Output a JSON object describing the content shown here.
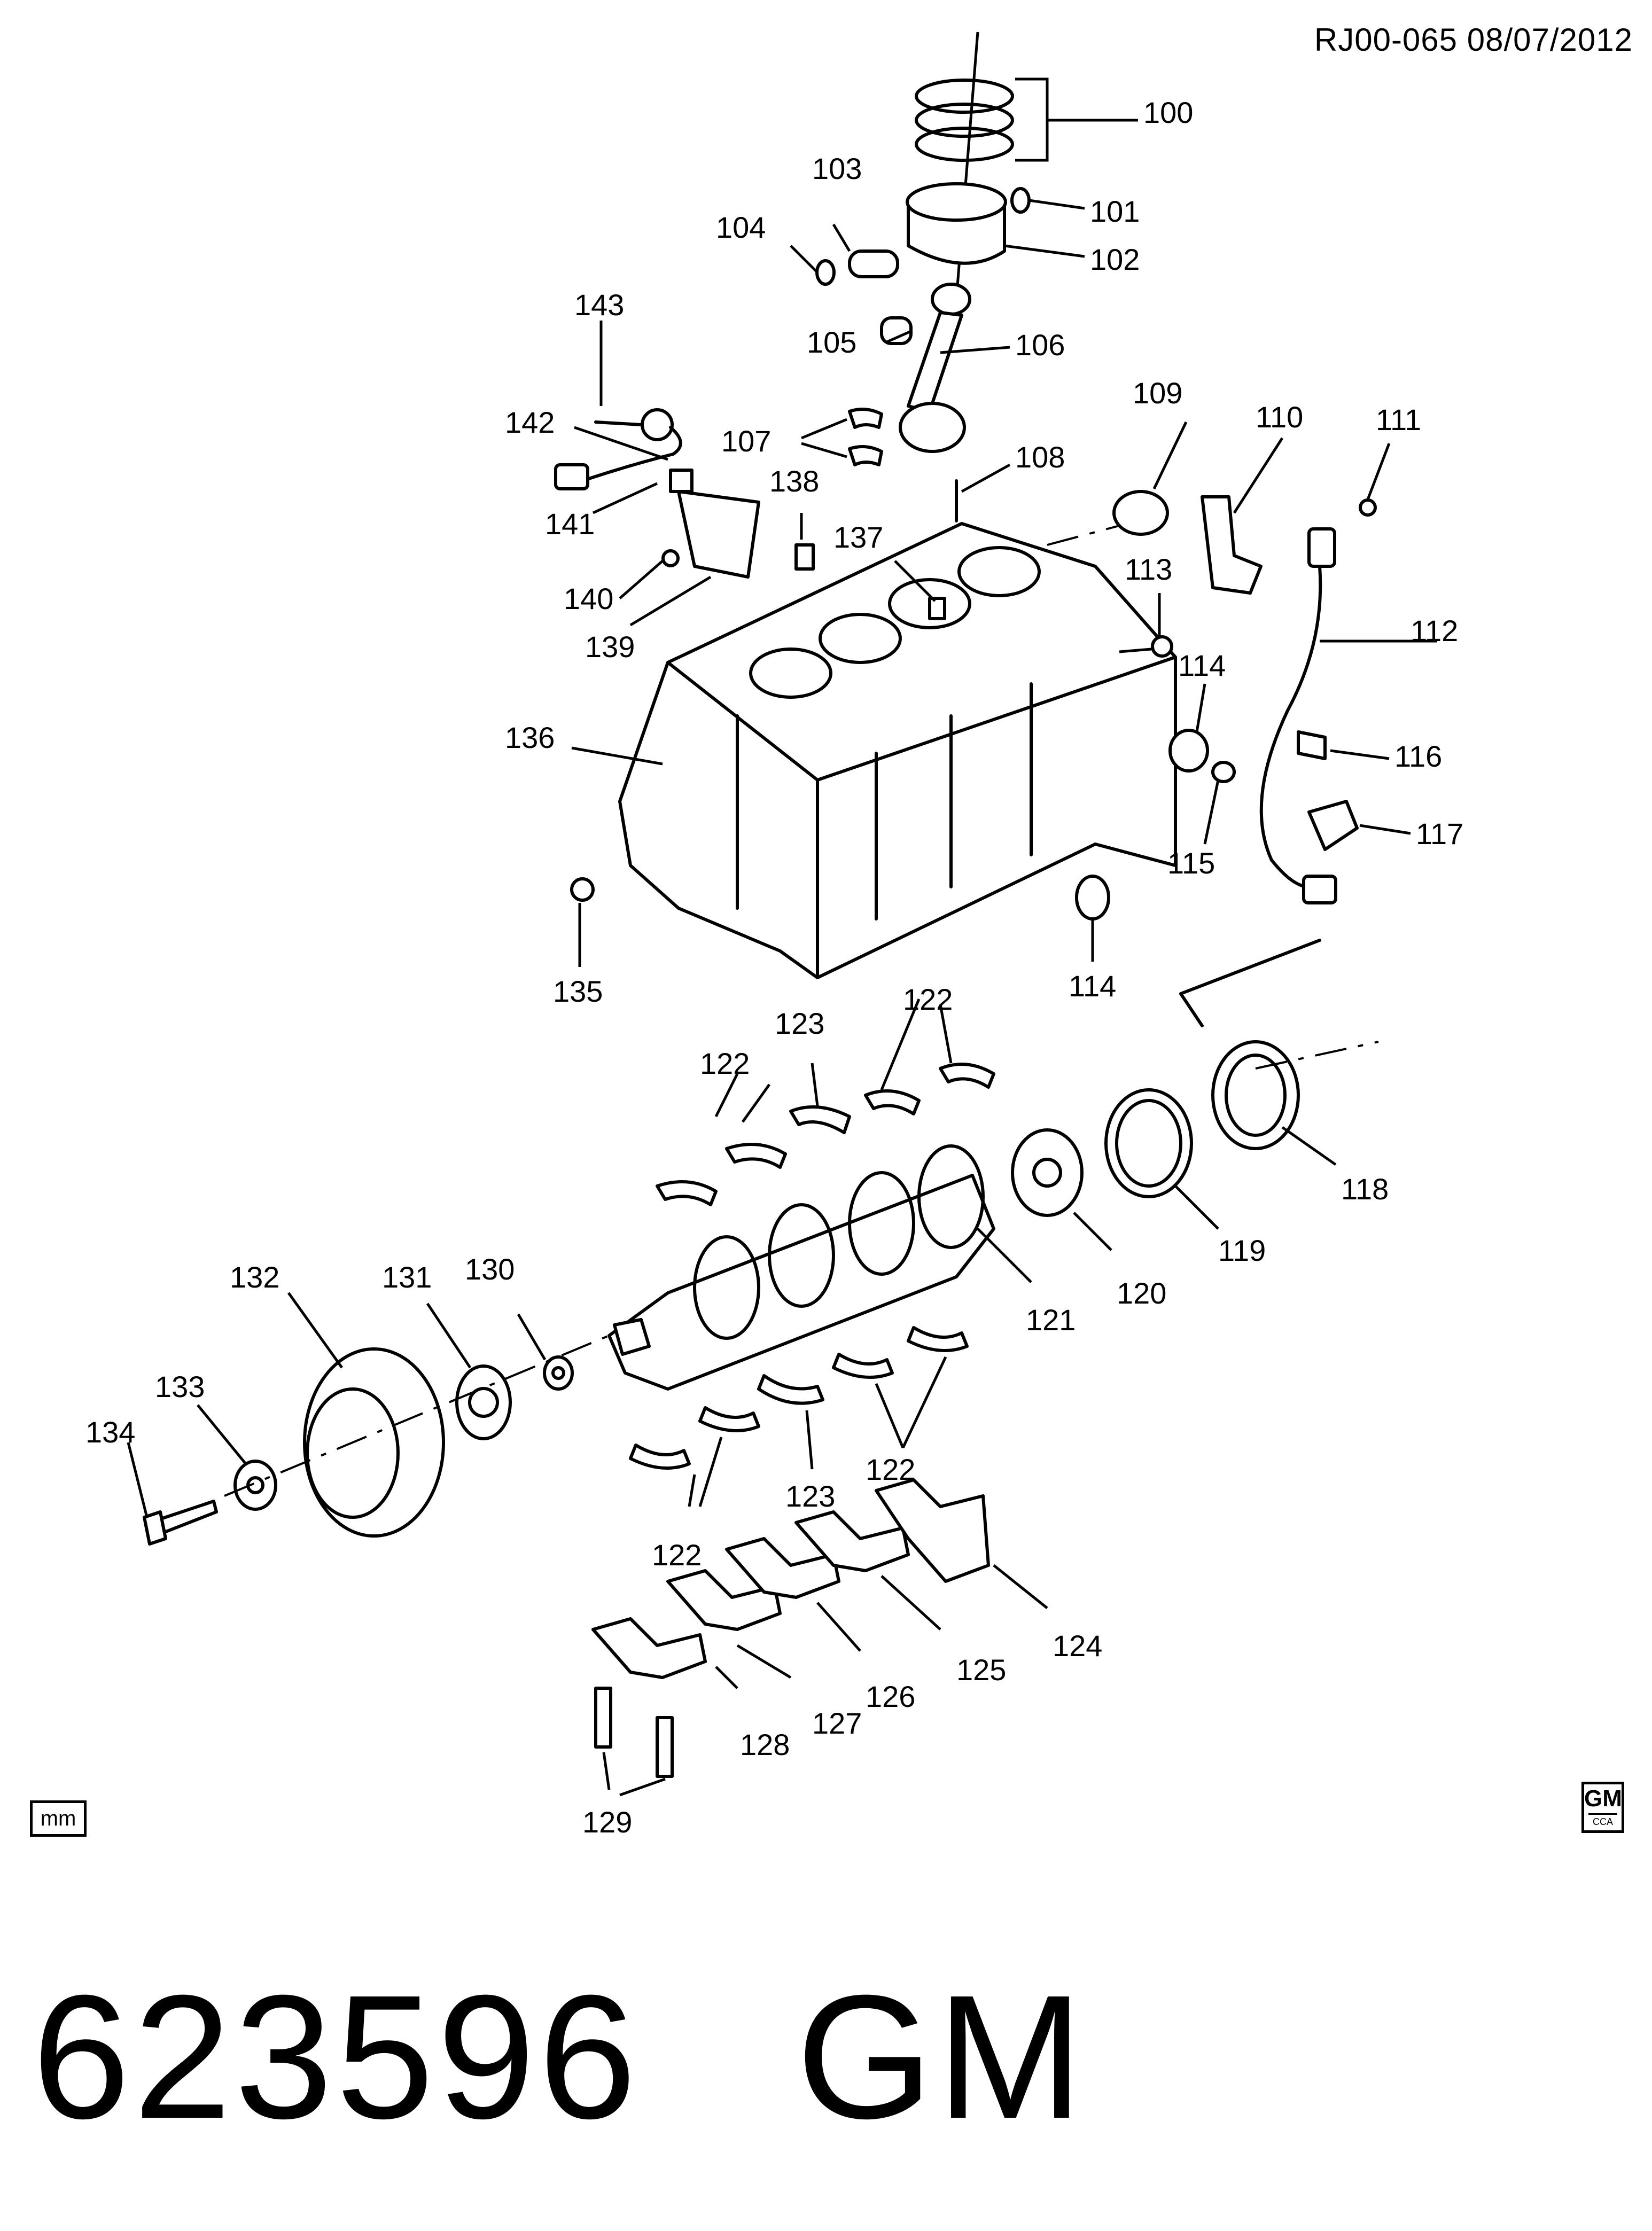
{
  "header": {
    "reference": "RJ00-065  08/07/2012"
  },
  "callouts": [
    "100",
    "101",
    "102",
    "103",
    "104",
    "105",
    "106",
    "107",
    "108",
    "109",
    "110",
    "111",
    "112",
    "113",
    "114",
    "114",
    "115",
    "116",
    "117",
    "118",
    "119",
    "120",
    "121",
    "122",
    "122",
    "122",
    "122",
    "123",
    "123",
    "124",
    "125",
    "126",
    "127",
    "128",
    "129",
    "130",
    "131",
    "132",
    "133",
    "134",
    "135",
    "136",
    "137",
    "138",
    "139",
    "140",
    "141",
    "142",
    "143"
  ],
  "badges": {
    "units": "mm",
    "brand": "GM",
    "brand_sub": "CCA"
  },
  "footer": {
    "part_number": "623596",
    "brand": "GM"
  }
}
